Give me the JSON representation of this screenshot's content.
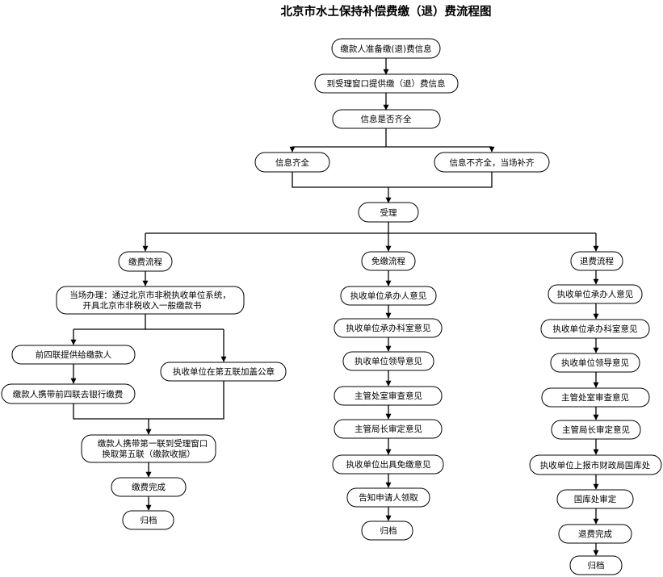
{
  "title": "北京市水土保持补偿费缴（退）费流程图",
  "common": {
    "step1": "缴款人准备缴(退)费信息",
    "step2": "到受理窗口提供缴（退）费信息",
    "check": "信息是否齐全",
    "complete": "信息齐全",
    "incomplete": "信息不齐全，当场补齐",
    "accept": "受理"
  },
  "payment": {
    "head": "缴费流程",
    "onsite_line1": "当场办理：通过北京市非税执收单位系统，",
    "onsite_line2": "开具北京市非税收入一般缴款书",
    "first4": "前四联提供给缴款人",
    "carry4": "缴款人携带前四联去银行缴费",
    "stamp5": "执收单位在第五联加盖公章",
    "exchange_line1": "缴款人携带第一联到受理窗口",
    "exchange_line2": "换取第五联（缴款收据）",
    "done": "缴费完成",
    "archive": "归档"
  },
  "exempt": {
    "head": "免缴流程",
    "steps": [
      "执收单位承办人意见",
      "执收单位承办科室意见",
      "执收单位领导意见",
      "主管处室审查意见",
      "主管局长审定意见",
      "执收单位出具免缴意见",
      "告知申请人领取",
      "归档"
    ]
  },
  "refund": {
    "head": "退费流程",
    "steps": [
      "执收单位承办人意见",
      "执收单位承办科室意见",
      "执收单位领导意见",
      "主管处室审查意见",
      "主管局长审定意见",
      "执收单位上报市财政局国库处",
      "国库处审定",
      "退费完成",
      "归档"
    ]
  }
}
